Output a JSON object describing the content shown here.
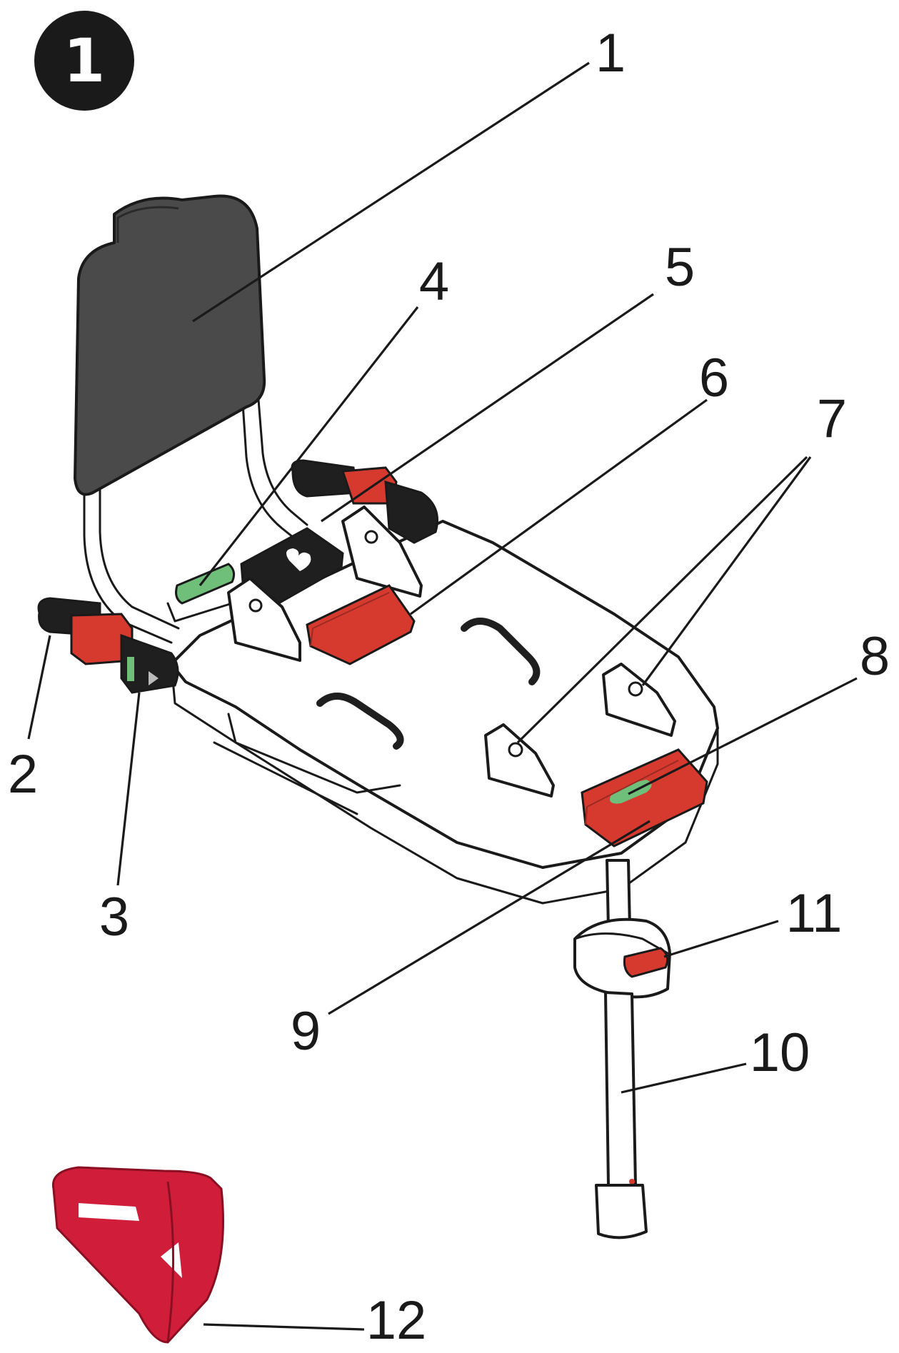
{
  "figure": {
    "step_badge": "1",
    "callouts": {
      "c1": "1",
      "c2": "2",
      "c3": "3",
      "c4": "4",
      "c5": "5",
      "c6": "6",
      "c7": "7",
      "c8": "8",
      "c9": "9",
      "c10": "10",
      "c11": "11",
      "c12": "12"
    }
  },
  "colors": {
    "red": "#d63a2f",
    "dark_grey": "#4a4a4a",
    "black": "#1f1f1f",
    "green": "#6fbf7a",
    "crimson_wedge": "#d01e3a"
  }
}
